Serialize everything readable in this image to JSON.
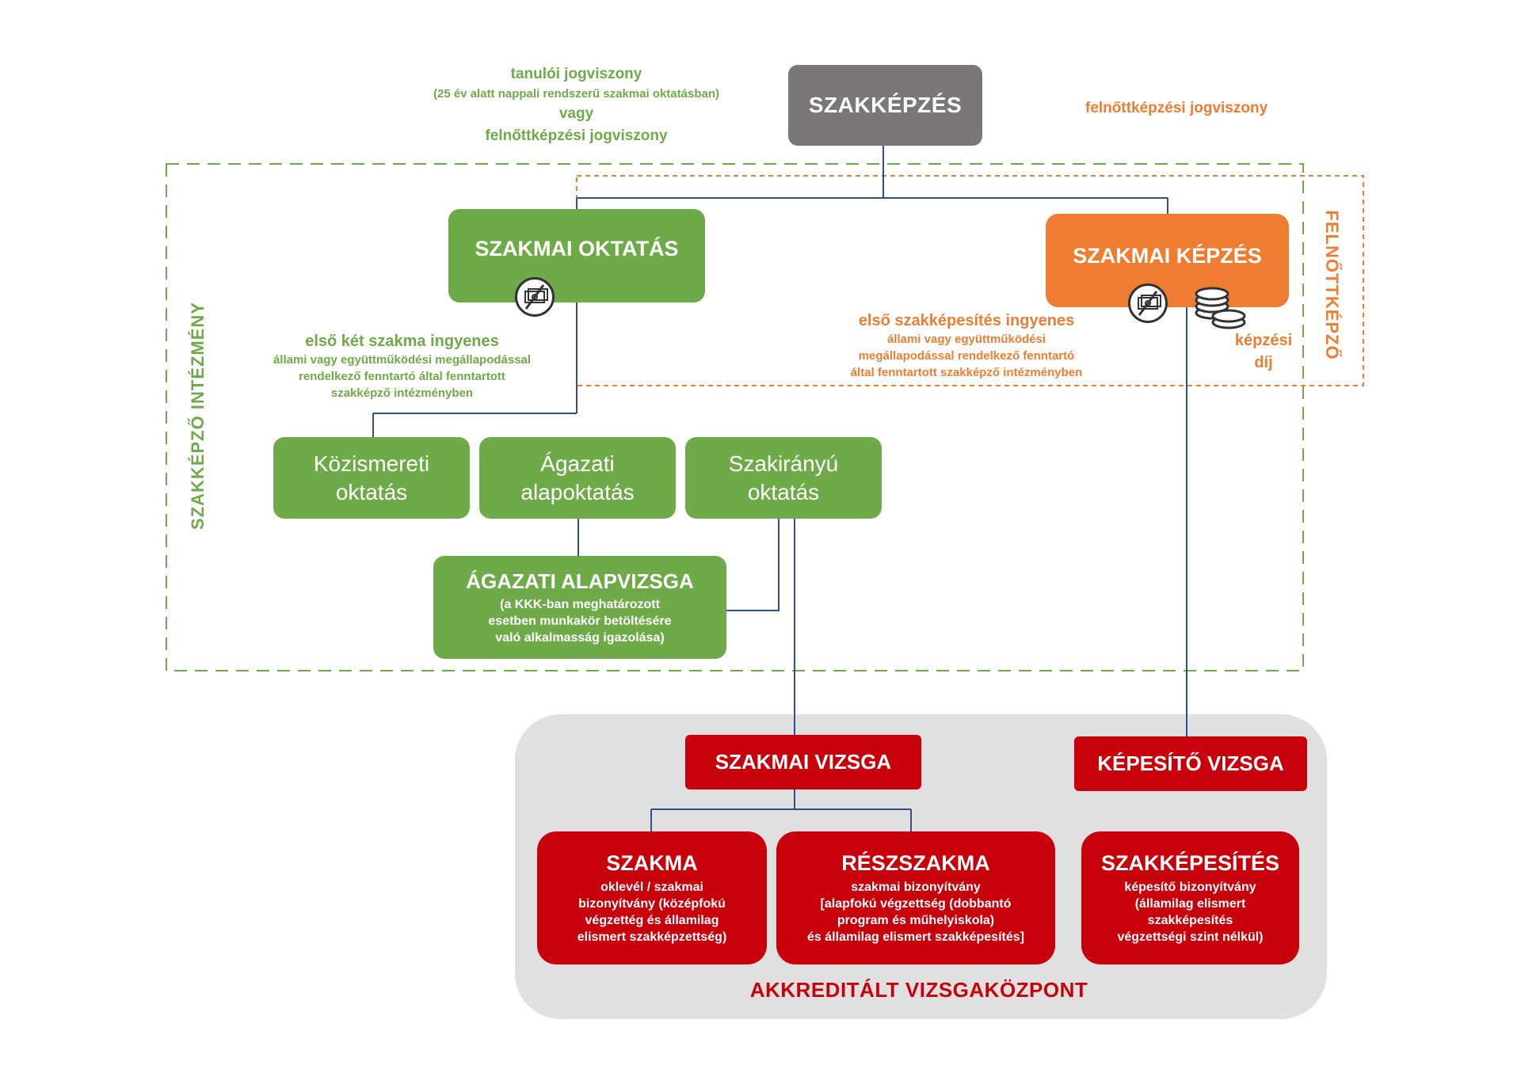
{
  "colors": {
    "green": "#6eaa47",
    "orange": "#ef7d31",
    "red": "#c7000b",
    "gray_box": "#7a7778",
    "center_bg": "#e0e0e0",
    "line": "#2f4f8f"
  },
  "top": {
    "title": "SZAKKÉPZÉS",
    "left_note": {
      "line1": "tanulói jogviszony",
      "line2": "(25 év alatt nappali rendszerű szakmai oktatásban)",
      "line3": "vagy",
      "line4": "felnőttképzési jogviszony"
    },
    "right_note": "felnőttképzési jogviszony"
  },
  "regions": {
    "green_label": "SZAKKÉPZŐ INTÉZMÉNY",
    "orange_label": "FELNŐTTKÉPZŐ"
  },
  "oktatas": {
    "title": "SZAKMAI OKTATÁS",
    "icon": "no-money-icon",
    "note": {
      "line1": "első két szakma ingyenes",
      "line2": "állami vagy együttműködési megállapodással",
      "line3": "rendelkező fenntartó által fenntartott",
      "line4": "szakképző intézményben"
    }
  },
  "kepzes": {
    "title": "SZAKMAI KÉPZÉS",
    "icons": [
      "no-money-icon",
      "coins-icon"
    ],
    "note": {
      "line1": "első szakképesítés ingyenes",
      "line2": "állami vagy együttműködési",
      "line3": "megállapodással rendelkező fenntartó",
      "line4": "által fenntartott szakképző intézményben"
    },
    "fee": {
      "line1": "képzési",
      "line2": "díj"
    }
  },
  "sub": {
    "kozis": {
      "line1": "Közismereti",
      "line2": "oktatás"
    },
    "agazati": {
      "line1": "Ágazati",
      "line2": "alapoktatás"
    },
    "szakiranyu": {
      "line1": "Szakirányú",
      "line2": "oktatás"
    }
  },
  "alapvizsga": {
    "title": "ÁGAZATI ALAPVIZSGA",
    "line1": "(a KKK-ban meghatározott",
    "line2": "esetben munkakör betöltésére",
    "line3": "való alkalmasság igazolása)"
  },
  "center": {
    "label": "AKKREDITÁLT VIZSGAKÖZPONT",
    "szakmai_vizsga": "SZAKMAI VIZSGA",
    "kepesito_vizsga": "KÉPESÍTŐ VIZSGA",
    "szakma": {
      "title": "SZAKMA",
      "line1": "oklevél / szakmai",
      "line2": "bizonyítvány (középfokú",
      "line3": "végzettég és államilag",
      "line4": "elismert szakképzettség)"
    },
    "reszszakma": {
      "title": "RÉSZSZAKMA",
      "line1": "szakmai bizonyítvány",
      "line2": "[alapfokú végzettség (dobbantó",
      "line3": "program és műhelyiskola)",
      "line4": "és államilag elismert szakképesítés]"
    },
    "szakkepesites": {
      "title": "SZAKKÉPESÍTÉS",
      "line1": "képesítő bizonyítvány",
      "line2": "(államilag elismert",
      "line3": "szakképesítés",
      "line4": "végzettségi szint nélkül)"
    }
  }
}
